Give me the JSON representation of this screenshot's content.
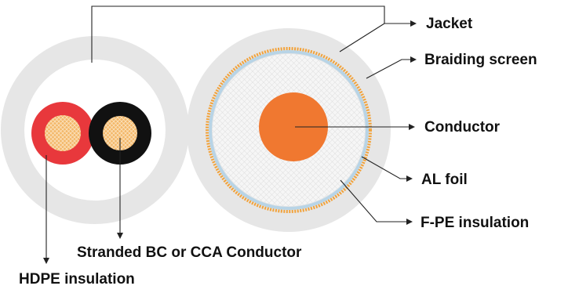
{
  "labels": {
    "jacket": "Jacket",
    "braiding_screen": "Braiding screen",
    "conductor": "Conductor",
    "al_foil": "AL foil",
    "fpe_insulation": "F-PE insulation",
    "stranded_conductor": "Stranded BC or CCA Conductor",
    "hdpe_insulation": "HDPE insulation"
  },
  "colors": {
    "jacket": "#e6e6e6",
    "braiding_screen": "#f2a23a",
    "al_foil": "#b8d4e6",
    "fpe_insulation": "#f5f5f5",
    "center_conductor": "#f07830",
    "red_insulation": "#e8383c",
    "black_insulation": "#111111",
    "strands": "#f0b060",
    "leader_line": "#222222"
  }
}
